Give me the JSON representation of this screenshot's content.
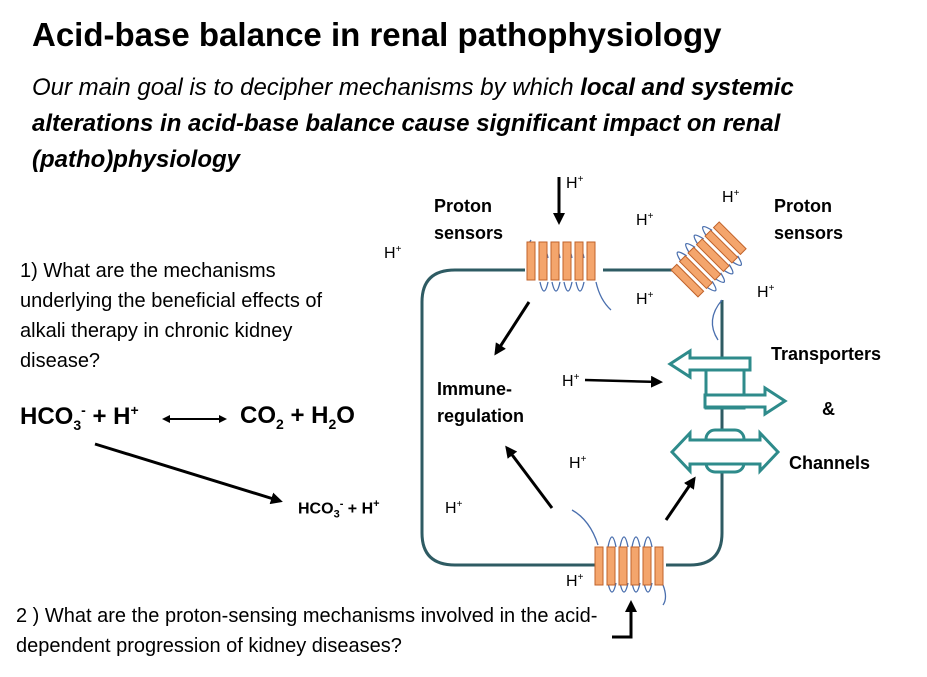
{
  "title": "Acid-base balance in renal pathophysiology",
  "subtitle": {
    "intro": "Our main goal is to decipher mechanisms by which ",
    "emphasis": "local and systemic alterations in acid-base balance cause significant impact on renal (patho)physiology"
  },
  "questions": {
    "q1": "1) What are the mechanisms underlying the beneficial effects of alkali therapy in chronic kidney disease?",
    "q2": "2 ) What are the proton-sensing mechanisms involved in the acid-dependent progression of kidney diseases?"
  },
  "equation": {
    "bicarb": "HCO",
    "bicarb_sub": "3",
    "bicarb_sup": "-",
    "plus_h": " + H",
    "h_sup": "+",
    "co2": "CO",
    "co2_sub": "2",
    "plus_h2o": " + H",
    "h2o_sub": "2",
    "h2o_o": "O"
  },
  "equation_small": {
    "bicarb": "HCO",
    "bicarb_sub": "3",
    "bicarb_sup": "-",
    "plus_h": " + H",
    "h_sup": "+"
  },
  "labels": {
    "proton_sensors_left": "Proton sensors",
    "proton_sensors_right": "Proton sensors",
    "immune_regulation": "Immune-regulation",
    "transporters": "Transporters",
    "amp": "&",
    "channels": "Channels"
  },
  "proton": {
    "base": "H",
    "sup": "+"
  },
  "colors": {
    "cell_outline": "#2e5b63",
    "sensor_fill": "#f4a56c",
    "sensor_stroke": "#c0622a",
    "loop_line": "#4a6fae",
    "transporter": "#2e8b8b"
  }
}
